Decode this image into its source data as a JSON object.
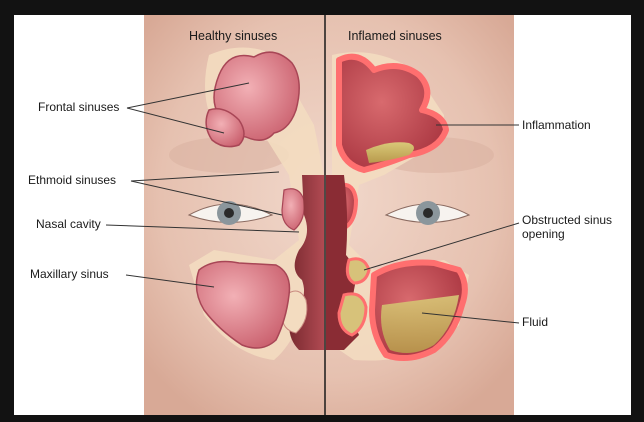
{
  "headings": {
    "left": "Healthy sinuses",
    "right": "Inflamed sinuses"
  },
  "labels": {
    "frontal": "Frontal sinuses",
    "ethmoid": "Ethmoid sinuses",
    "nasal": "Nasal cavity",
    "maxillary": "Maxillary sinus",
    "inflammation": "Inflammation",
    "obstructed_line1": "Obstructed sinus",
    "obstructed_line2": "opening",
    "fluid": "Fluid"
  },
  "colors": {
    "frame": "#121212",
    "skin": "#e8c7b6",
    "sinus_healthy": "#d97b86",
    "sinus_inflamed": "#e85a5a",
    "fluid": "#c9b45a",
    "bone": "#f3dcc0"
  }
}
